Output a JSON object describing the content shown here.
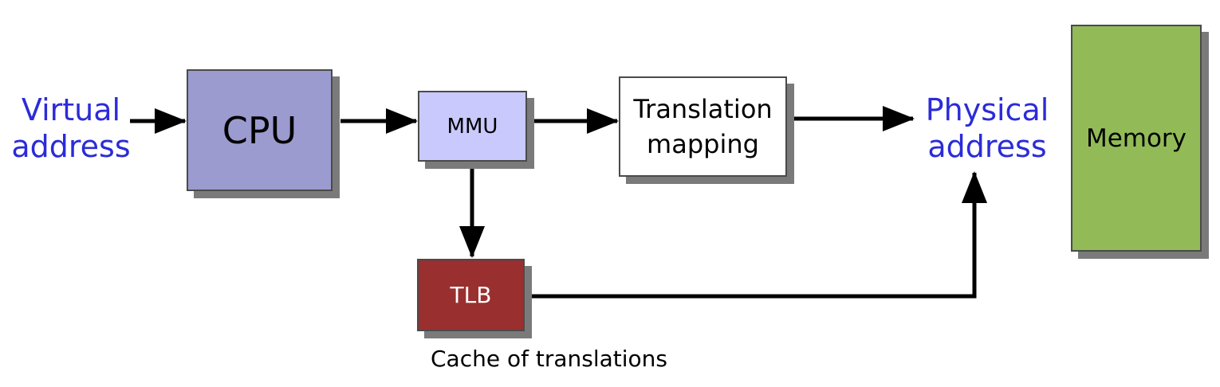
{
  "diagram": {
    "nodes": {
      "cpu": "CPU",
      "mmu": "MMU",
      "translation": [
        "Translation",
        "mapping"
      ],
      "tlb": "TLB",
      "memory": "Memory"
    },
    "labels": {
      "virtual_address": [
        "Virtual",
        "address"
      ],
      "physical_address": [
        "Physical",
        "address"
      ],
      "tlb_note": "Cache of translations"
    },
    "edges": [
      {
        "from": "virtual_address",
        "to": "cpu"
      },
      {
        "from": "cpu",
        "to": "mmu"
      },
      {
        "from": "mmu",
        "to": "translation"
      },
      {
        "from": "translation",
        "to": "physical_address"
      },
      {
        "from": "mmu",
        "to": "tlb"
      },
      {
        "from": "tlb",
        "to": "physical_address"
      }
    ],
    "colors": {
      "cpu": "#9b9bcf",
      "mmu": "#c9c9fd",
      "translation": "#ffffff",
      "tlb": "#9a2f2f",
      "memory": "#92bb58",
      "address_labels": "#2b2bd9"
    }
  }
}
